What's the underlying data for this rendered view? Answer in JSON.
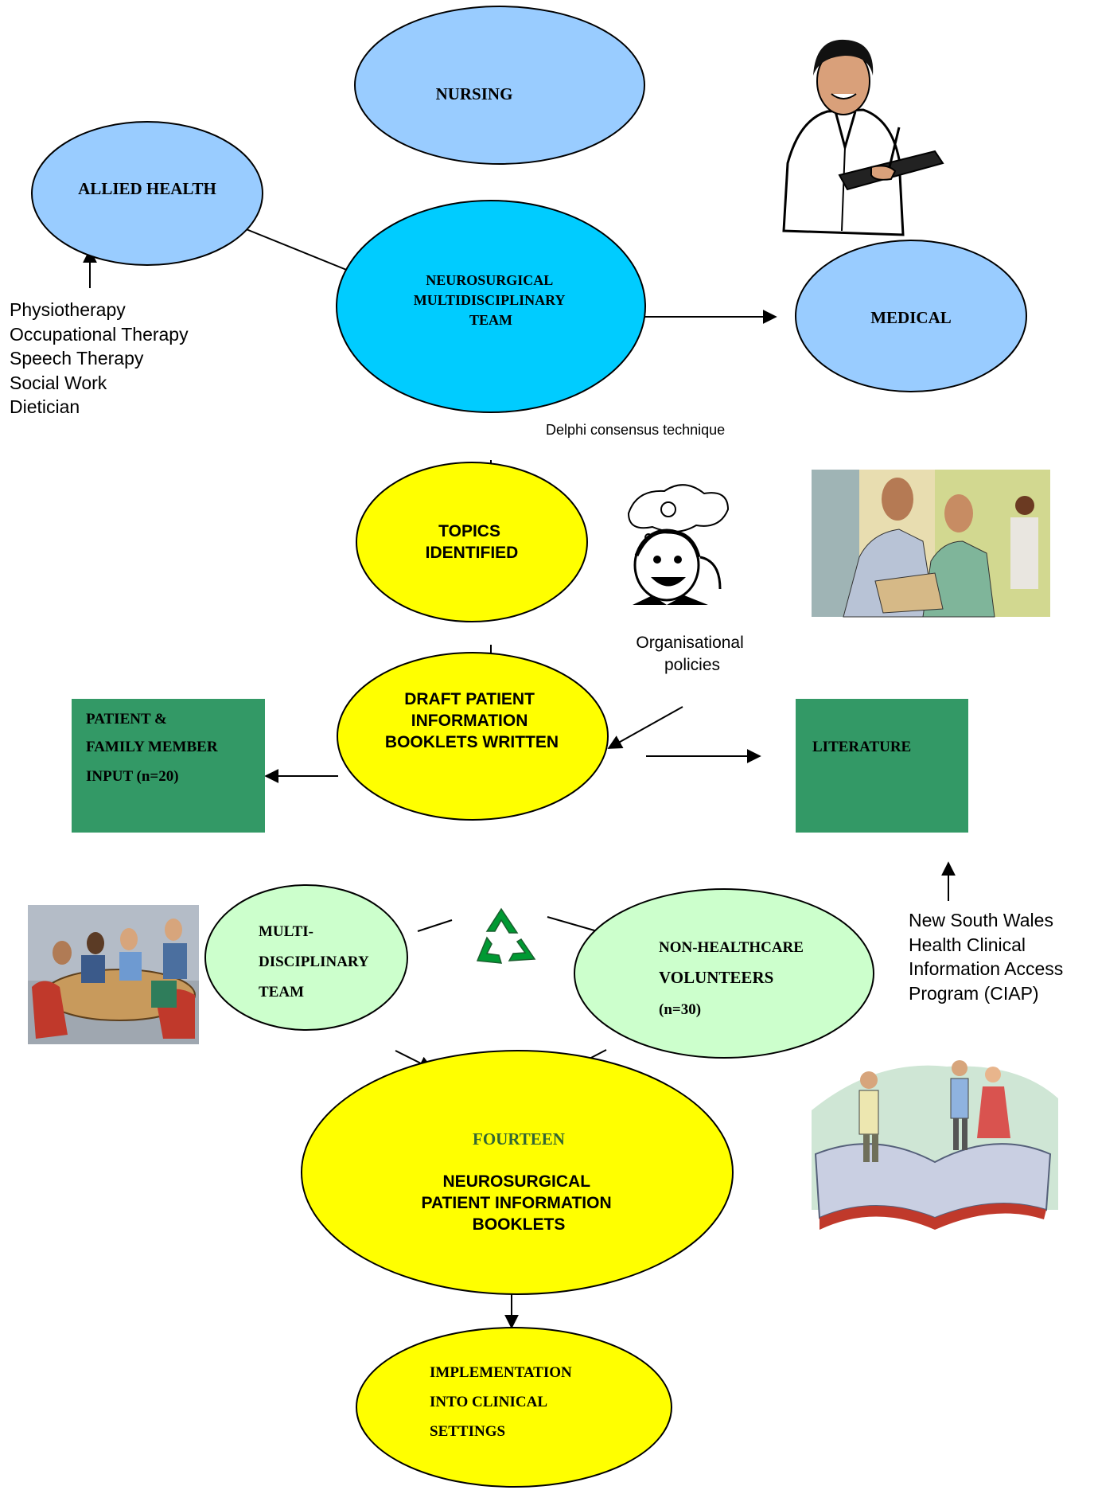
{
  "colors": {
    "light_blue": "#99CCFF",
    "cyan": "#00CCFF",
    "yellow": "#FFFF00",
    "light_green": "#CCFFCC",
    "green_box": "#339966",
    "dark_green_text": "#336633",
    "recycle_green": "#009933"
  },
  "nodes": {
    "nursing": "NURSING",
    "allied_health": "ALLIED HEALTH",
    "team_lines": [
      "NEUROSURGICAL",
      "MULTIDISCIPLINARY",
      "TEAM"
    ],
    "medical": "MEDICAL",
    "topics_lines": [
      "TOPICS",
      "IDENTIFIED"
    ],
    "draft_lines": [
      "DRAFT PATIENT",
      "INFORMATION",
      "BOOKLETS WRITTEN"
    ],
    "patient_lines": [
      "PATIENT &",
      "FAMILY MEMBER",
      "INPUT (n=20)"
    ],
    "literature": "LITERATURE",
    "mdt_lines": [
      "MULTI-",
      "DISCIPLINARY",
      "TEAM"
    ],
    "volunteers_lines": [
      "NON-HEALTHCARE",
      "VOLUNTEERS",
      "(n=30)"
    ],
    "fourteen": "FOURTEEN",
    "booklets_lines": [
      "NEUROSURGICAL",
      "PATIENT INFORMATION",
      "BOOKLETS"
    ],
    "implementation_lines": [
      "IMPLEMENTATION",
      "INTO CLINICAL",
      "SETTINGS"
    ]
  },
  "annotations": {
    "allied_list": [
      "Physiotherapy",
      "Occupational Therapy",
      "Speech Therapy",
      "Social Work",
      "Dietician"
    ],
    "delphi": "Delphi consensus technique",
    "org_policies_lines": [
      "Organisational",
      "policies"
    ],
    "ciap_lines": [
      "New South Wales",
      "Health Clinical",
      "Information Access",
      "Program (CIAP)"
    ]
  },
  "icons": {
    "doctor": "doctor-with-clipboard-icon",
    "thinking": "thinking-man-icon",
    "doctors_reading": "doctors-reviewing-chart-icon",
    "meeting": "team-meeting-icon",
    "book": "people-on-open-book-icon",
    "recycle": "recycle-icon"
  }
}
